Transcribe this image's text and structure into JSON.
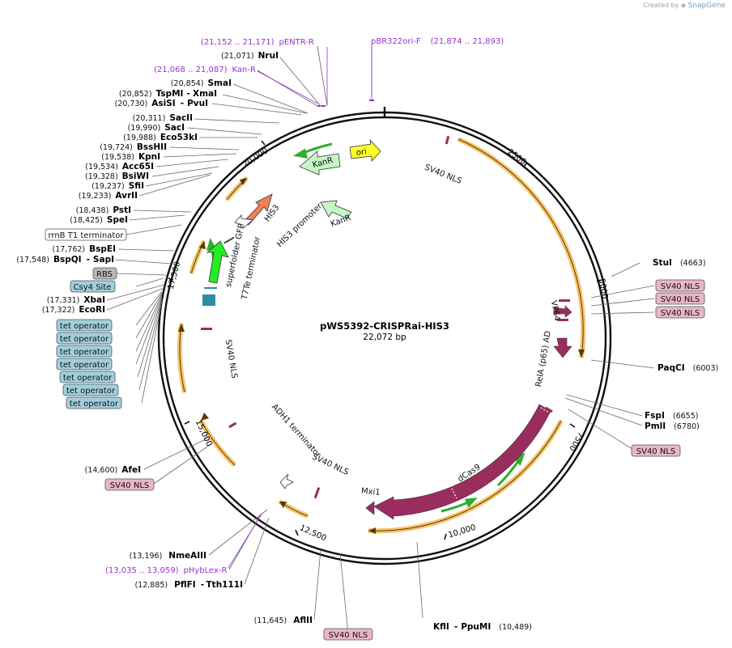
{
  "brand": {
    "prefix": "Created by",
    "name": "SnapGene"
  },
  "plasmid": {
    "name": "pWS5392-CRISPRai-HIS3",
    "size": "22,072 bp"
  },
  "scale_ticks": [
    {
      "label": "2500",
      "angle": 36
    },
    {
      "label": "5000",
      "angle": 80
    },
    {
      "label": "7500",
      "angle": 120
    },
    {
      "label": "10,000",
      "angle": 163
    },
    {
      "label": "12,500",
      "angle": 204
    },
    {
      "label": "15,000",
      "angle": 245
    },
    {
      "label": "17,500",
      "angle": 285
    },
    {
      "label": "20,000",
      "angle": 326
    }
  ],
  "primers": [
    {
      "pos": "(21,152 .. 21,171)",
      "name": "pENTR-R"
    },
    {
      "name": "pBR322ori-F",
      "pos": "(21,874 .. 21,893)"
    },
    {
      "pos": "(21,068 .. 21,087)",
      "name": "Kan-R"
    },
    {
      "pos": "(13,035 .. 13,059)",
      "name": "pHybLex-R"
    }
  ],
  "sites_left": [
    {
      "pos": "(21,071)",
      "name": "NruI"
    },
    {
      "pos": "(20,854)",
      "name": "SmaI"
    },
    {
      "pos": "(20,852)",
      "name": "TspMI",
      "name2": "XmaI"
    },
    {
      "pos": "(20,730)",
      "name": "AsiSI",
      "name2": "PvuI"
    },
    {
      "pos": "(20,311)",
      "name": "SacII"
    },
    {
      "pos": "(19,990)",
      "name": "SacI"
    },
    {
      "pos": "(19,988)",
      "name": "Eco53kI"
    },
    {
      "pos": "(19,724)",
      "name": "BssHII"
    },
    {
      "pos": "(19,538)",
      "name": "KpnI"
    },
    {
      "pos": "(19,534)",
      "name": "Acc65I"
    },
    {
      "pos": "(19,328)",
      "name": "BsiWI"
    },
    {
      "pos": "(19,237)",
      "name": "SfiI"
    },
    {
      "pos": "(19,233)",
      "name": "AvrII"
    },
    {
      "pos": "(18,438)",
      "name": "PstI"
    },
    {
      "pos": "(18,425)",
      "name": "SpeI"
    },
    {
      "pos": "(17,762)",
      "name": "BspEI"
    },
    {
      "pos": "(17,548)",
      "name": "BspQI",
      "name2": "SapI"
    },
    {
      "pos": "(17,331)",
      "name": "XbaI"
    },
    {
      "pos": "(17,322)",
      "name": "EcoRI"
    },
    {
      "pos": "(14,600)",
      "name": "AfeI"
    },
    {
      "pos": "(13,196)",
      "name": "NmeAIII"
    },
    {
      "pos": "(12,885)",
      "name": "PflFI",
      "name2": "Tth111I"
    },
    {
      "pos": "(11,645)",
      "name": "AflII"
    }
  ],
  "sites_right": [
    {
      "name": "StuI",
      "pos": "(4663)"
    },
    {
      "name": "PaqCI",
      "pos": "(6003)"
    },
    {
      "name": "FspI",
      "pos": "(6655)"
    },
    {
      "name": "PmlI",
      "pos": "(6780)"
    },
    {
      "name": "KflI",
      "name2": "PpuMI",
      "pos": "(10,489)"
    }
  ],
  "boxes": [
    {
      "text": "rrnB T1 terminator",
      "color": "#ffffff"
    },
    {
      "text": "RBS",
      "color": "#b8b8b8"
    },
    {
      "text": "Csy4 Site",
      "color": "#9fcfdc"
    },
    {
      "text": "tet operator",
      "color": "#9fcfdc"
    },
    {
      "text": "tet operator",
      "color": "#9fcfdc"
    },
    {
      "text": "tet operator",
      "color": "#9fcfdc"
    },
    {
      "text": "tet operator",
      "color": "#9fcfdc"
    },
    {
      "text": "tet operator",
      "color": "#9fcfdc"
    },
    {
      "text": "tet operator",
      "color": "#9fcfdc"
    },
    {
      "text": "tet operator",
      "color": "#9fcfdc"
    },
    {
      "text": "SV40 NLS",
      "color": "#e8b6c8"
    },
    {
      "text": "SV40 NLS",
      "color": "#e8b6c8"
    },
    {
      "text": "SV40 NLS",
      "color": "#e8b6c8"
    },
    {
      "text": "SV40 NLS",
      "color": "#e8b6c8"
    },
    {
      "text": "SV40 NLS",
      "color": "#e8b6c8"
    },
    {
      "text": "SV40 NLS",
      "color": "#e8b6c8"
    }
  ],
  "features": [
    {
      "label": "ori",
      "color": "#ffff2a"
    },
    {
      "label": "KanR",
      "color": "#c6f6c6"
    },
    {
      "label": "KanR",
      "color": "#c6f6c6"
    },
    {
      "label": "SV40 NLS",
      "color": "#9b2d5e"
    },
    {
      "label": "VP64",
      "color": "#9b2d5e"
    },
    {
      "label": "RelA (p65) AD",
      "color": "#9b2d5e"
    },
    {
      "label": "dCas9",
      "color": "#9b2d5e"
    },
    {
      "label": "Mxi1",
      "color": "#9b2d5e"
    },
    {
      "label": "SV40 NLS",
      "color": "#9b2d5e"
    },
    {
      "label": "ADH1 terminator",
      "color": "#ffffff"
    },
    {
      "label": "SV40 NLS",
      "color": "#9b2d5e"
    },
    {
      "label": "superfolder GFP",
      "color": "#22ee22"
    },
    {
      "label": "T7Te terminator",
      "color": "#ffffff"
    },
    {
      "label": "HIS3",
      "color": "#f38055"
    },
    {
      "label": "HIS3 promoter",
      "color": "#ffffff"
    }
  ],
  "colors": {
    "ring": "#111111",
    "orf": "#f6c46c",
    "orf_arrow": "#5a3a00",
    "gene_fill": "#9b2d5e",
    "primer": "#9b30d0"
  }
}
